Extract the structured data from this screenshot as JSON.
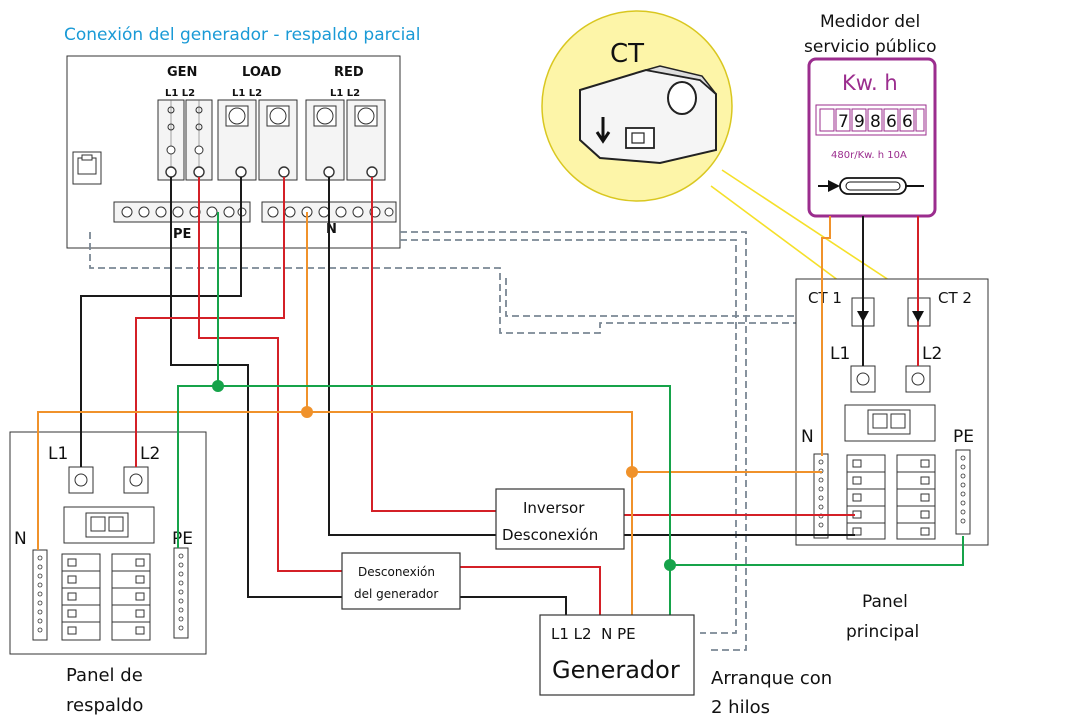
{
  "title": "Conexión del generador - respaldo parcial",
  "inverter": {
    "groups": {
      "gen": "GEN",
      "load": "LOAD",
      "red": "RED"
    },
    "pole_labels": "L1 L2",
    "pe": "PE",
    "n": "N"
  },
  "ct_bubble": {
    "label": "CT"
  },
  "meter": {
    "caption_line1": "Medidor del",
    "caption_line2": "servicio público",
    "unit": "Kw. h",
    "digits": [
      "",
      "7",
      "9",
      "8",
      "6",
      "6",
      ""
    ],
    "spec": "480r/Kw. h 10A"
  },
  "main_panel": {
    "ct1": "CT 1",
    "ct2": "CT 2",
    "l1": "L1",
    "l2": "L2",
    "n": "N",
    "pe": "PE",
    "caption_line1": "Panel",
    "caption_line2": "principal"
  },
  "backup_panel": {
    "l1": "L1",
    "l2": "L2",
    "n": "N",
    "pe": "PE",
    "caption_line1": "Panel de",
    "caption_line2": "respaldo"
  },
  "inverter_disconnect": {
    "line1": "Inversor",
    "line2": "Desconexión"
  },
  "generator_disconnect": {
    "line1": "Desconexión",
    "line2": "del generador"
  },
  "generator": {
    "terminals": "L1 L2  N PE",
    "name": "Generador",
    "start_line1": "Arranque con",
    "start_line2": "2 hilos"
  },
  "colors": {
    "black": "#1a1a1a",
    "red": "#d42027",
    "orange": "#f0922b",
    "green": "#16a34a",
    "dashed": "#7a8794",
    "ct_yellow": "#f5e02a",
    "ct_bubble_fill": "#fdf5a8",
    "meter_purple": "#9b2d8e",
    "title_blue": "#1a9ad6"
  }
}
